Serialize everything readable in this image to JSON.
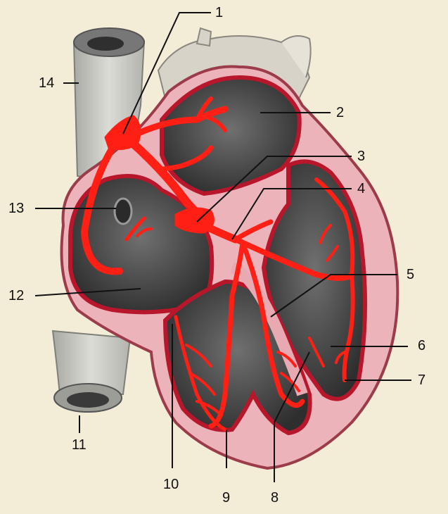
{
  "figure": {
    "subject": "heart conduction system",
    "labels": [
      {
        "id": "1",
        "text": "1"
      },
      {
        "id": "2",
        "text": "2"
      },
      {
        "id": "3",
        "text": "3"
      },
      {
        "id": "4",
        "text": "4"
      },
      {
        "id": "5",
        "text": "5"
      },
      {
        "id": "6",
        "text": "6"
      },
      {
        "id": "7",
        "text": "7"
      },
      {
        "id": "8",
        "text": "8"
      },
      {
        "id": "9",
        "text": "9"
      },
      {
        "id": "10",
        "text": "10"
      },
      {
        "id": "11",
        "text": "11"
      },
      {
        "id": "12",
        "text": "12"
      },
      {
        "id": "13",
        "text": "13"
      },
      {
        "id": "14",
        "text": "14"
      }
    ]
  },
  "colors": {
    "paper": "#f3ecd6",
    "vessel": "#cfcfc9",
    "myocardium": "#e8a9b3",
    "cavity": "#5e5e5e",
    "conduction": "#ff1f14"
  }
}
